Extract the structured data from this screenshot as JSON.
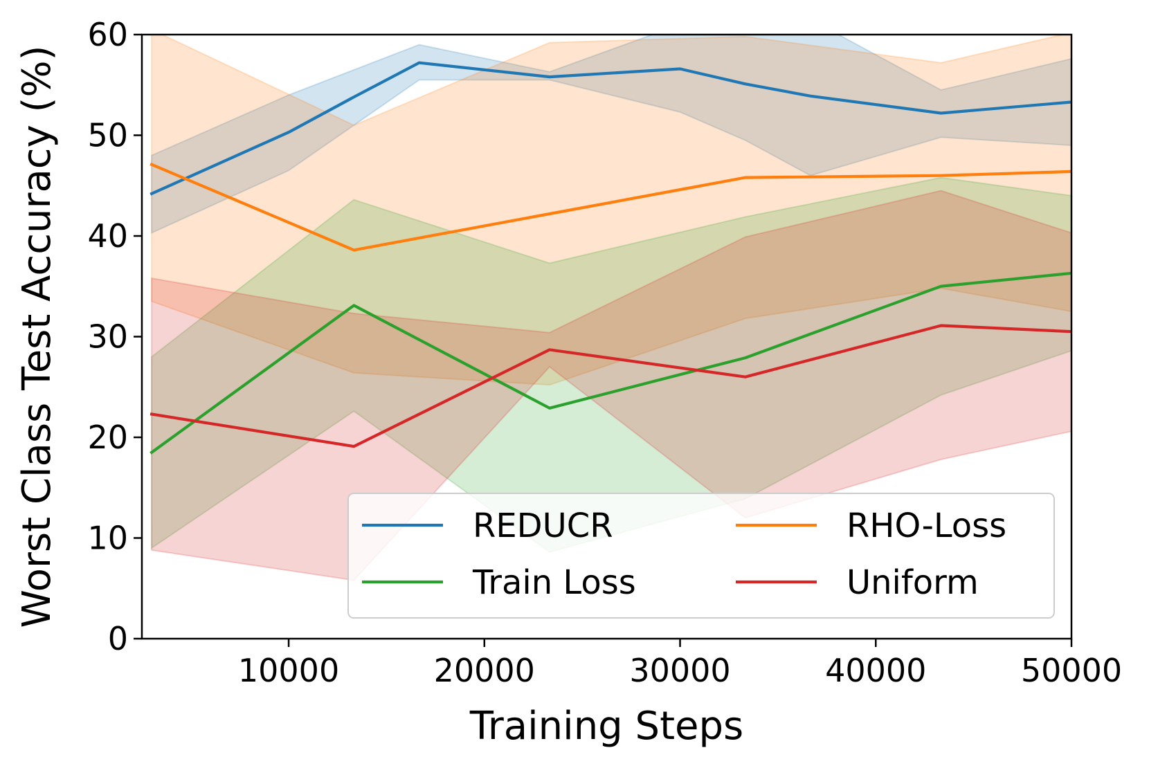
{
  "chart_data": {
    "type": "line",
    "xlabel": "Training Steps",
    "ylabel": "Worst Class Test Accuracy (%)",
    "xlim": [
      2500,
      50000
    ],
    "ylim": [
      0,
      60
    ],
    "xticks": [
      10000,
      20000,
      30000,
      40000,
      50000
    ],
    "yticks": [
      0,
      10,
      20,
      30,
      40,
      50,
      60
    ],
    "xtick_labels": [
      "10000",
      "20000",
      "30000",
      "40000",
      "50000"
    ],
    "ytick_labels": [
      "0",
      "10",
      "20",
      "30",
      "40",
      "50",
      "60"
    ],
    "legend": {
      "placement": "lower-right",
      "columns": 2
    },
    "grid": false,
    "series": [
      {
        "name": "REDUCR",
        "color": "#1f77b4",
        "x": [
          3000,
          10000,
          13333,
          16667,
          23333,
          30000,
          33333,
          36667,
          43333,
          50000
        ],
        "y": [
          44.2,
          50.3,
          53.8,
          57.2,
          55.8,
          56.6,
          55.1,
          53.9,
          52.2,
          53.3
        ],
        "lower": [
          40.3,
          46.5,
          51.0,
          55.5,
          55.5,
          52.3,
          49.5,
          46.0,
          49.8,
          49.0
        ],
        "upper": [
          48.0,
          54.0,
          56.5,
          59.0,
          56.3,
          61.0,
          61.5,
          61.5,
          54.5,
          57.6
        ]
      },
      {
        "name": "RHO-Loss",
        "color": "#ff7f0e",
        "x": [
          3000,
          13333,
          23333,
          33333,
          43333,
          50000
        ],
        "y": [
          47.1,
          38.6,
          42.2,
          45.8,
          46.0,
          46.4
        ],
        "lower": [
          33.5,
          26.4,
          25.2,
          31.8,
          34.8,
          32.5
        ],
        "upper": [
          60.5,
          51.0,
          59.2,
          59.8,
          57.2,
          60.2
        ]
      },
      {
        "name": "Train Loss",
        "color": "#2ca02c",
        "x": [
          3000,
          13333,
          23333,
          33333,
          43333,
          50000
        ],
        "y": [
          18.5,
          33.1,
          22.9,
          27.9,
          35.0,
          36.3
        ],
        "lower": [
          9.0,
          22.6,
          8.6,
          13.9,
          24.2,
          28.6
        ],
        "upper": [
          28.0,
          43.6,
          37.3,
          41.9,
          45.8,
          44.0
        ]
      },
      {
        "name": "Uniform",
        "color": "#d62728",
        "x": [
          3000,
          13333,
          23333,
          33333,
          43333,
          50000
        ],
        "y": [
          22.3,
          19.1,
          28.7,
          26.0,
          31.1,
          30.5
        ],
        "lower": [
          8.8,
          5.8,
          27.0,
          12.0,
          17.8,
          20.6
        ],
        "upper": [
          35.8,
          32.3,
          30.4,
          39.9,
          44.5,
          40.3
        ]
      }
    ]
  }
}
